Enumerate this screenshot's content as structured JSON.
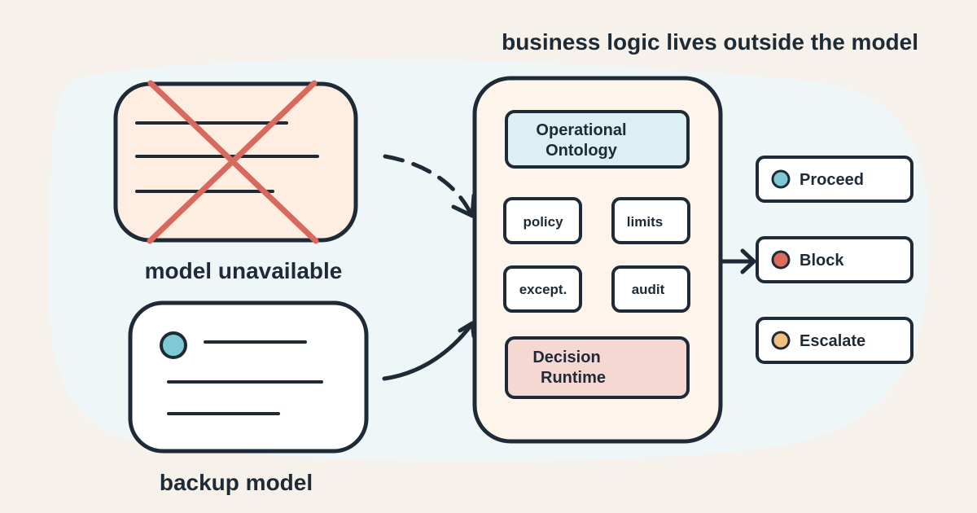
{
  "title": "business logic lives outside the model",
  "failed_model": {
    "caption": "model unavailable"
  },
  "backup_model": {
    "caption": "backup model"
  },
  "engine": {
    "ontology": {
      "line1": "Operational",
      "line2": "Ontology"
    },
    "rules": {
      "policy": "policy",
      "limits": "limits",
      "exceptions": "except.",
      "audit": "audit"
    },
    "runtime": {
      "line1": "Decision",
      "line2": "Runtime"
    }
  },
  "outcomes": [
    {
      "label": "Proceed",
      "color": "#7ec9d3"
    },
    {
      "label": "Block",
      "color": "#dc6b5e"
    },
    {
      "label": "Escalate",
      "color": "#f2c07f"
    }
  ],
  "colors": {
    "ink": "#1e2a35",
    "cross": "#d9685d",
    "failed_fill": "#fdeee1",
    "engine_fill": "#fdf5ec",
    "ontology_fill": "#dcf0f3",
    "runtime_fill": "#f6d8d3",
    "backdrop": "#eef6f8",
    "avatar": "#7ec9d3"
  }
}
